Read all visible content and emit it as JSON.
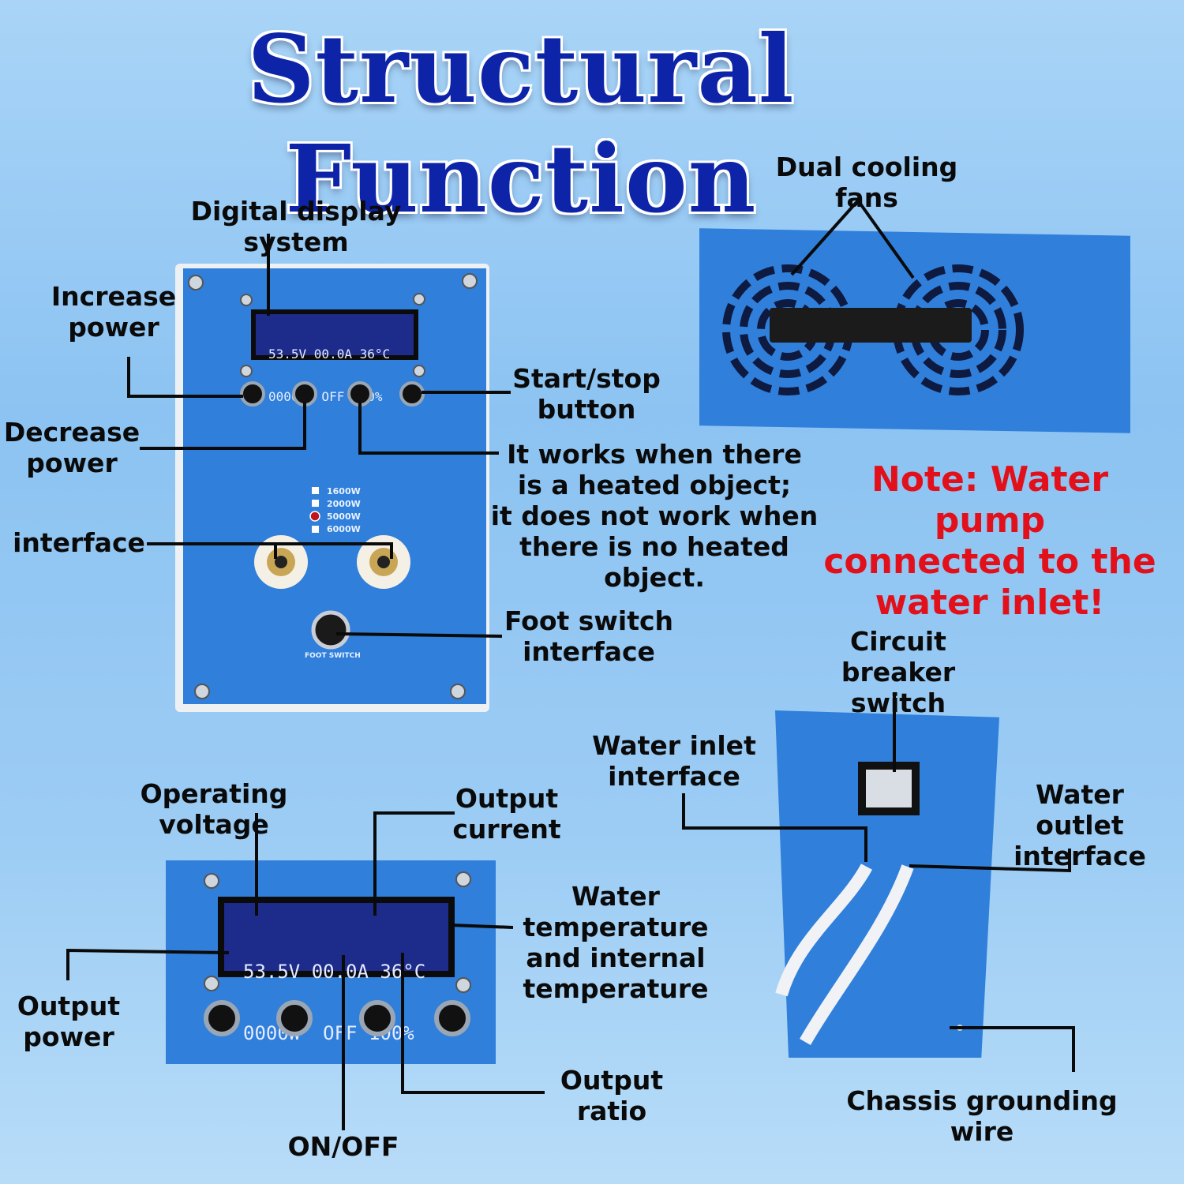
{
  "title": "Structural Function",
  "labels": {
    "digital_display": "Digital display system",
    "increase_power": "Increase\npower",
    "decrease_power": "Decrease\npower",
    "interface": "interface",
    "start_stop": "Start/stop\nbutton",
    "heated_object": "It works when there\nis a heated object;\nit does not work when\nthere is no heated object.",
    "foot_switch": "Foot switch\ninterface",
    "dual_fans": "Dual cooling fans",
    "circuit_breaker": "Circuit breaker\nswitch",
    "water_inlet": "Water inlet\ninterface",
    "water_outlet": "Water outlet\ninterface",
    "chassis_ground": "Chassis grounding wire",
    "operating_voltage": "Operating voltage",
    "output_current": "Output\ncurrent",
    "water_temp": "Water\ntemperature\nand internal\ntemperature",
    "output_power": "Output\npower",
    "output_ratio": "Output\nratio",
    "on_off": "ON/OFF"
  },
  "note": "Note: Water pump\nconnected to the\nwater inlet!",
  "display": {
    "line1": "53.5V 00.0A 36°C",
    "line2": "0000W  OFF 100%"
  },
  "power_options": [
    "1600W",
    "2000W",
    "5000W",
    "6000W"
  ],
  "foot_switch_text": "FOOT SWITCH",
  "colors": {
    "title": "#0d24a8",
    "note": "#e2101a",
    "panel": "#2f7fdb",
    "lcd": "#1d2b8a"
  }
}
